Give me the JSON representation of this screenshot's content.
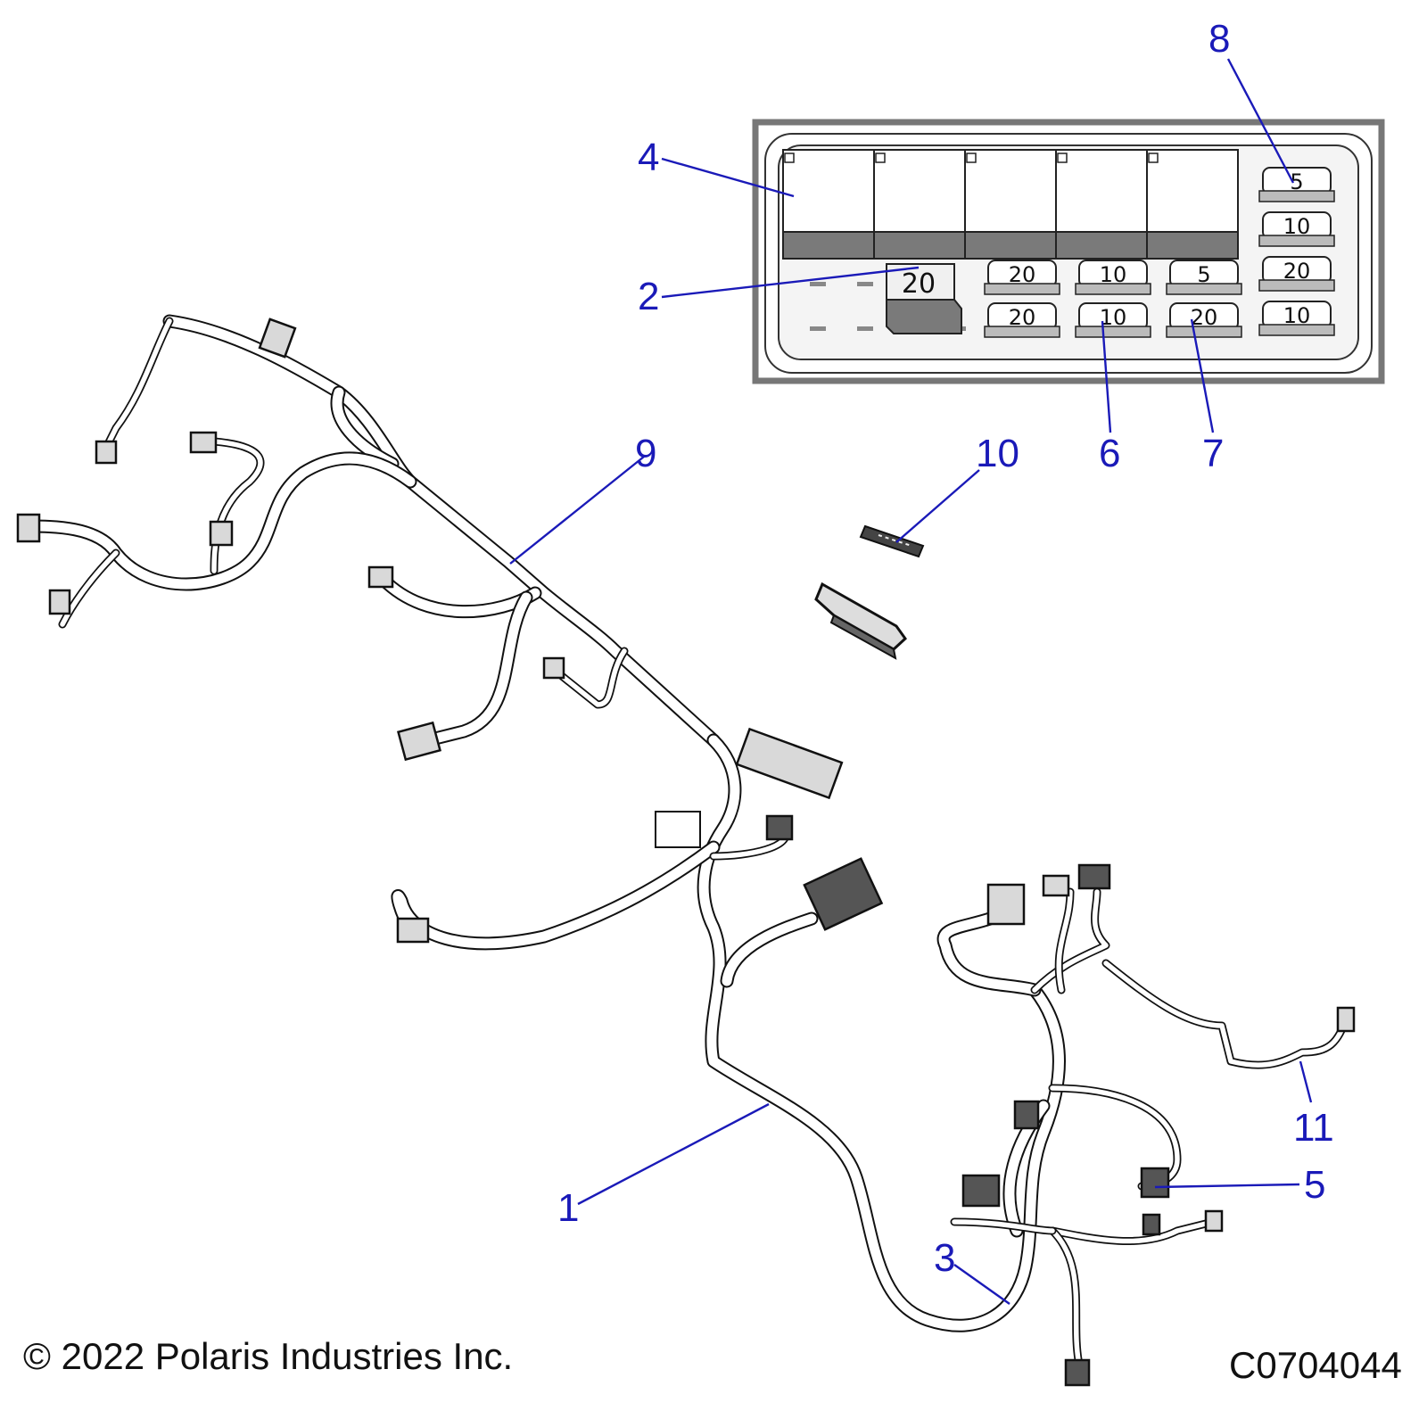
{
  "callouts": [
    {
      "id": "c1",
      "label": "1"
    },
    {
      "id": "c2",
      "label": "2"
    },
    {
      "id": "c3",
      "label": "3"
    },
    {
      "id": "c4",
      "label": "4"
    },
    {
      "id": "c5",
      "label": "5"
    },
    {
      "id": "c6",
      "label": "6"
    },
    {
      "id": "c7",
      "label": "7"
    },
    {
      "id": "c8",
      "label": "8"
    },
    {
      "id": "c9",
      "label": "9"
    },
    {
      "id": "c10",
      "label": "10"
    },
    {
      "id": "c11",
      "label": "11"
    }
  ],
  "fuse_box": {
    "relay_fuse": "20",
    "row1": [
      "20",
      "10",
      "5"
    ],
    "row2": [
      "20",
      "10",
      "20"
    ],
    "column": [
      "5",
      "10",
      "20",
      "10"
    ]
  },
  "footer": {
    "copyright": "© 2022 Polaris Industries Inc.",
    "figure_id": "C0704044"
  }
}
